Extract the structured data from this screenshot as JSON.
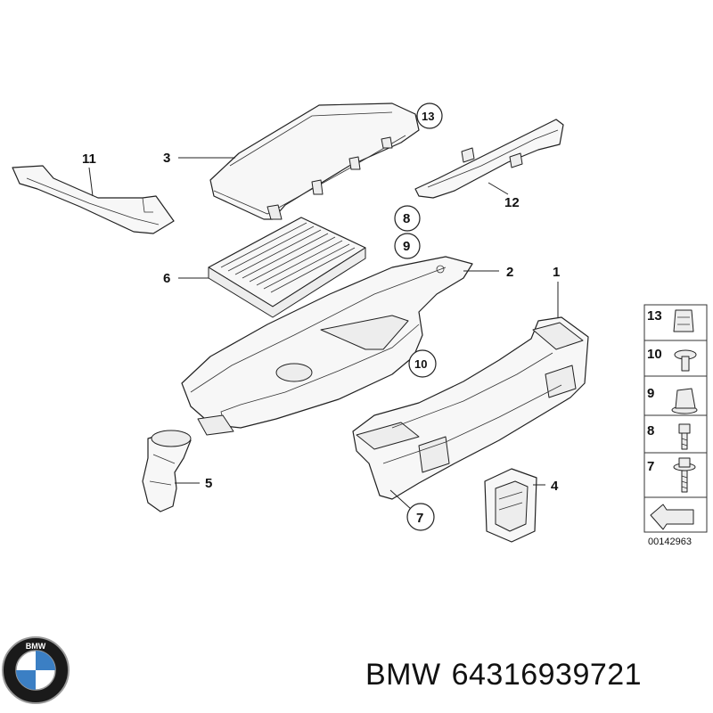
{
  "callouts": {
    "c1": "1",
    "c2": "2",
    "c3": "3",
    "c4": "4",
    "c5": "5",
    "c6": "6",
    "c7": "7",
    "c8": "8",
    "c9": "9",
    "c10": "10",
    "c11": "11",
    "c12": "12",
    "c13": "13"
  },
  "legend": {
    "items": [
      "13",
      "10",
      "9",
      "8",
      "7"
    ],
    "code": "00142963"
  },
  "footer": {
    "brand": "BMW",
    "part_number": "64316939721"
  },
  "logo": {
    "text": "BMW",
    "colors": {
      "ring": "#1a1a1a",
      "blue": "#3b7fc4",
      "white": "#ffffff",
      "chrome": "#9a9a9a"
    }
  }
}
